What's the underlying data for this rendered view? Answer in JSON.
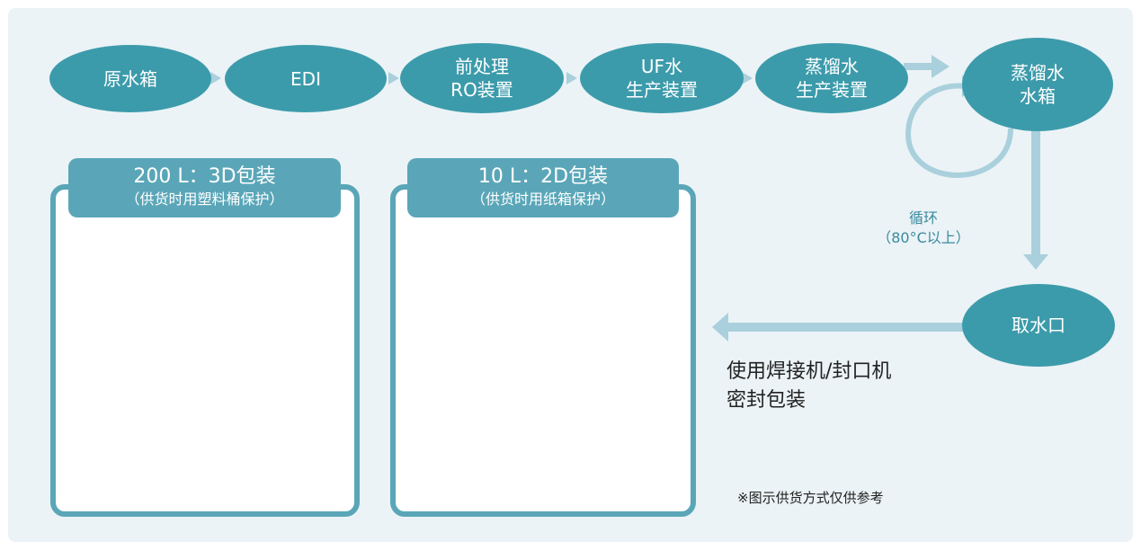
{
  "flow": {
    "raw_tank": "原水箱",
    "edi": "EDI",
    "ro": [
      "前处理",
      "RO装置"
    ],
    "uf": [
      "UF水",
      "生产装置"
    ],
    "distill": [
      "蒸馏水",
      "生产装置"
    ],
    "distill_tank": [
      "蒸馏水",
      "水箱"
    ],
    "outlet": "取水口"
  },
  "circulation_note": [
    "循环",
    "（80°C以上）"
  ],
  "packages": [
    {
      "title": "200 L：3D包装",
      "subtitle": "（供货时用塑料桶保护）"
    },
    {
      "title": "10 L：2D包装",
      "subtitle": "（供货时用纸箱保护）"
    }
  ],
  "sealing_note": [
    "使用焊接机/封口机",
    "密封包装"
  ],
  "footnote": "※图示供货方式仅供参考",
  "colors": {
    "node": "#3c9bab",
    "tab": "#5aa6b8",
    "arrow": "#a9d0dc",
    "background": "#ebf3f6",
    "drum": "#d4786a",
    "cube": "#a8c8d4",
    "carton": "#eed8ad"
  }
}
